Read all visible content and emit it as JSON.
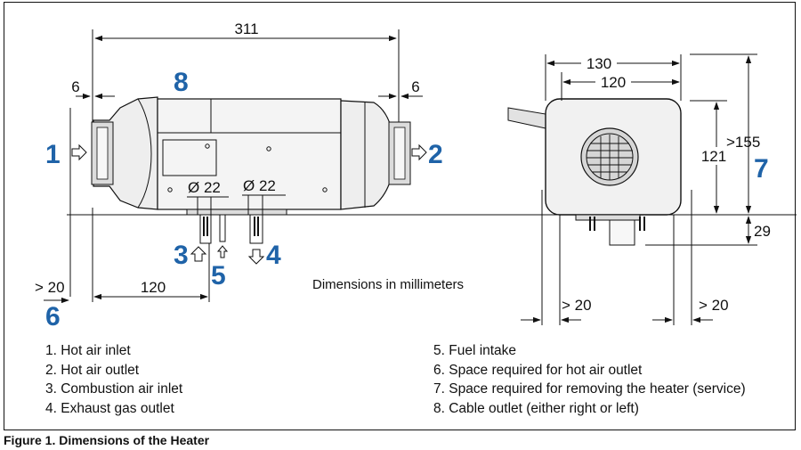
{
  "drawing": {
    "dims": {
      "overall_length": "311",
      "left_clearance": "6",
      "right_clearance": "6",
      "inlet_dia": "Ø 22",
      "exhaust_dia": "Ø 22",
      "side_space": "> 20",
      "pipe_offset": "120",
      "width_outer": "130",
      "width_inner": "120",
      "height_body": "121",
      "height_total": ">155",
      "foot_height": "29",
      "front_space_left": "> 20",
      "front_space_right": "> 20"
    },
    "callouts": {
      "n1": "1",
      "n2": "2",
      "n3": "3",
      "n4": "4",
      "n5": "5",
      "n6": "6",
      "n7": "7",
      "n8": "8"
    },
    "unit_note": "Dimensions in millimeters"
  },
  "legend": {
    "left": [
      "1. Hot air inlet",
      "2. Hot air outlet",
      "3. Combustion air inlet",
      "4. Exhaust gas outlet"
    ],
    "right": [
      "5. Fuel intake",
      "6. Space required for hot air outlet",
      "7. Space required for removing the heater (service)",
      "8. Cable outlet (either right or left)"
    ]
  },
  "caption": "Figure 1.  Dimensions of the Heater"
}
